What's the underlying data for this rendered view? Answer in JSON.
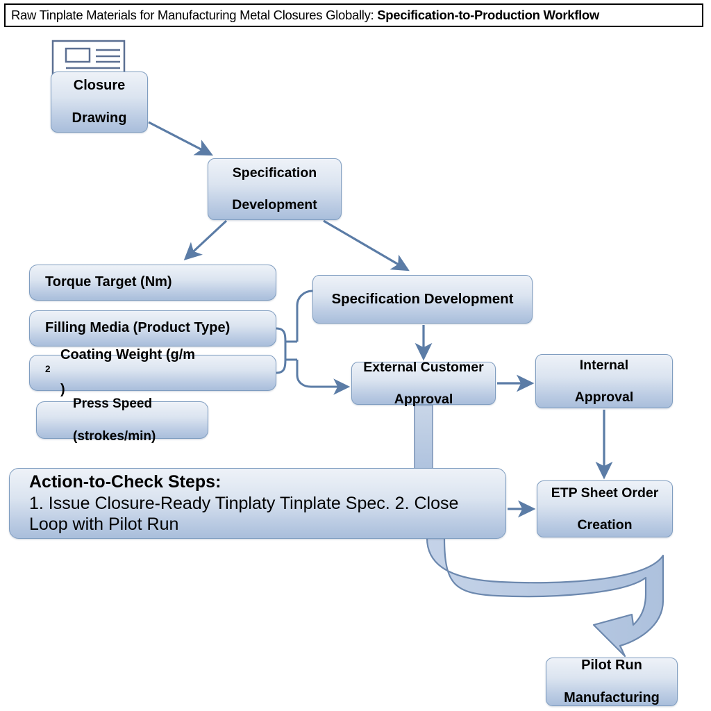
{
  "title": {
    "normal_prefix": "Raw Tinplate Materials for Manufacturing Metal Closures Globally: ",
    "bold_suffix": "Specification-to-Production Workflow",
    "full": "Raw Tinplate Materials for Manufacturing Metal Closures Globally: Specification-to-Production Workflow"
  },
  "colors": {
    "node_border": "#7f9dc0",
    "node_fill_top": "#eef2f8",
    "node_fill_bottom": "#a9bedb",
    "connector": "#5b7ca6",
    "block_arrow_fill": "#b8c9e0",
    "block_arrow_border": "#5b7ca6",
    "title_border": "#000000",
    "background": "#ffffff",
    "text": "#000000"
  },
  "nodes": {
    "closure_drawing": {
      "label": "Closure\nDrawing",
      "line1": "Closure",
      "line2": "Drawing"
    },
    "spec_development_1": {
      "label": "Specification\nDevelopment",
      "line1": "Specification",
      "line2": "Development"
    },
    "torque_target": {
      "label": "Torque Target (Nm)"
    },
    "filling_media": {
      "label": "Filling Media (Product Type)"
    },
    "coating_weight": {
      "label": "Coating Weight (g/m2)",
      "prefix": "Coating Weight (g/m",
      "sup": "2",
      "suffix": ")"
    },
    "press_speed": {
      "line1": "Press Speed",
      "line2": "(strokes/min)"
    },
    "spec_development_2": {
      "label": "Specification Development"
    },
    "external_customer_approval": {
      "line1": "External Customer",
      "line2": "Approval"
    },
    "internal_approval": {
      "line1": "Internal",
      "line2": "Approval"
    },
    "etp_sheet_order": {
      "line1": "ETP Sheet Order",
      "line2": "Creation"
    },
    "pilot_run": {
      "line1": "Pilot Run",
      "line2": "Manufacturing"
    },
    "action_banner": {
      "lead": "Action-to-Check Steps:",
      "body": " 1. Issue Closure-Ready Tinplaty Tinplate Spec. 2. Close Loop with Pilot Run"
    }
  },
  "icons": {
    "closure_drawing_doc": "document-layout-icon"
  },
  "edges": [
    {
      "from": "closure_drawing",
      "to": "spec_development_1",
      "style": "thin-arrow"
    },
    {
      "from": "spec_development_1",
      "to": "torque_target",
      "style": "thin-arrow"
    },
    {
      "from": "spec_development_1",
      "to": "spec_development_2",
      "style": "thin-arrow"
    },
    {
      "from": "parameter_bracket",
      "to": "spec_development_2",
      "style": "thin-elbow"
    },
    {
      "from": "parameter_bracket",
      "to": "external_customer_approval",
      "style": "thin-elbow-arrow"
    },
    {
      "from": "spec_development_2",
      "to": "external_customer_approval",
      "style": "thin-arrow"
    },
    {
      "from": "external_customer_approval",
      "to": "internal_approval",
      "style": "thin-arrow"
    },
    {
      "from": "internal_approval",
      "to": "etp_sheet_order",
      "style": "thin-arrow"
    },
    {
      "from": "external_customer_approval",
      "to": "action_banner",
      "style": "thick-block"
    },
    {
      "from": "action_banner",
      "to": "etp_sheet_order",
      "style": "thin-arrow"
    },
    {
      "from": "action_banner",
      "to": "pilot_run",
      "style": "thick-curved-block-arrow"
    }
  ]
}
